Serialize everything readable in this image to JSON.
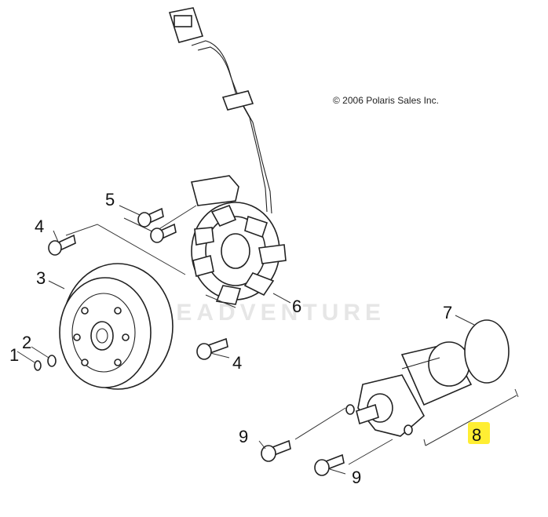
{
  "copyright": "© 2006 Polaris Sales Inc.",
  "watermark": "LEADVENTURE",
  "labels": {
    "l1": "1",
    "l2": "2",
    "l3": "3",
    "l4a": "4",
    "l4b": "4",
    "l5": "5",
    "l6": "6",
    "l7": "7",
    "l8": "8",
    "l9a": "9",
    "l9b": "9"
  },
  "highlight_color": "#ffee33"
}
